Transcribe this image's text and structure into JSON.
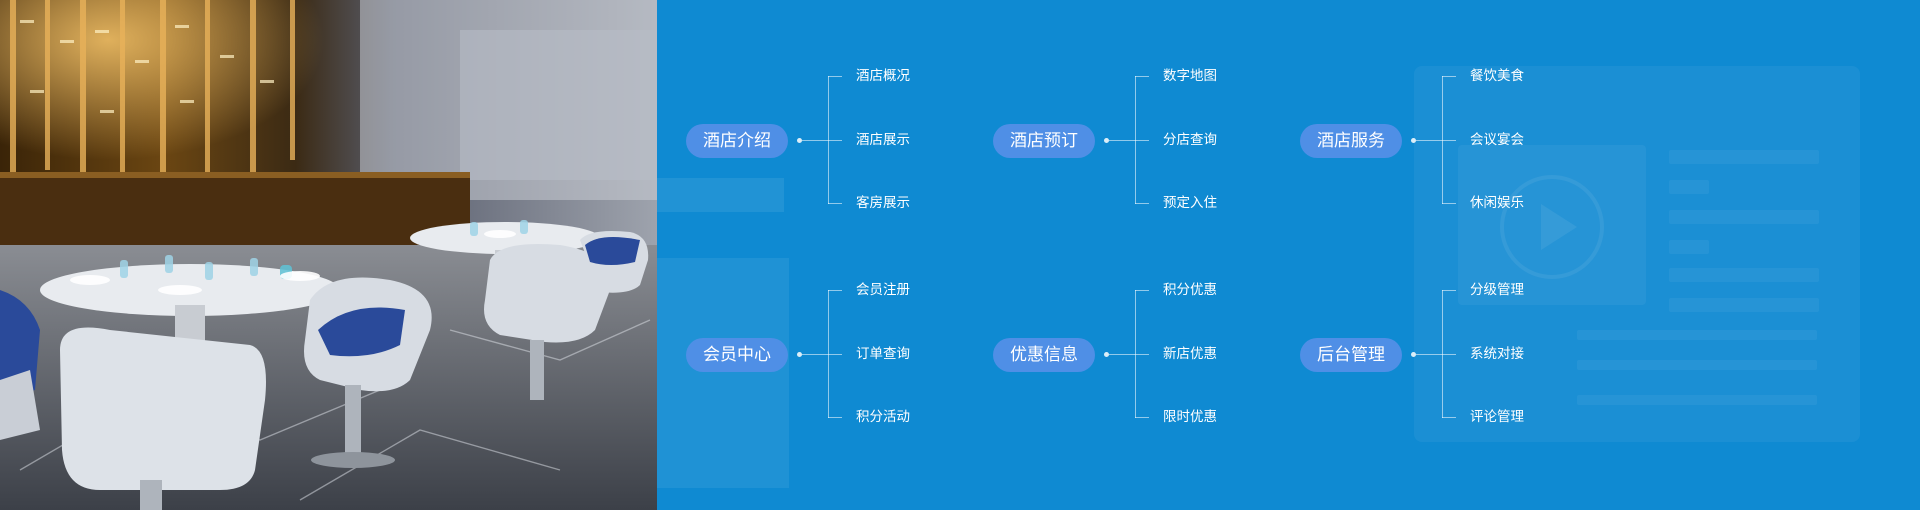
{
  "colors": {
    "panel_background": "#0f8ad2",
    "pill_background": "#4f8fe6",
    "text": "#ffffff"
  },
  "groups": [
    {
      "title": "酒店介绍",
      "items": [
        "酒店概况",
        "酒店展示",
        "客房展示"
      ]
    },
    {
      "title": "酒店预订",
      "items": [
        "数字地图",
        "分店查询",
        "预定入住"
      ]
    },
    {
      "title": "酒店服务",
      "items": [
        "餐饮美食",
        "会议宴会",
        "休闲娱乐"
      ]
    },
    {
      "title": "会员中心",
      "items": [
        "会员注册",
        "订单查询",
        "积分活动"
      ]
    },
    {
      "title": "优惠信息",
      "items": [
        "积分优惠",
        "新店优惠",
        "限时优惠"
      ]
    },
    {
      "title": "后台管理",
      "items": [
        "分级管理",
        "系统对接",
        "评论管理"
      ]
    }
  ],
  "background": {
    "photo": "restaurant-interior-photo",
    "watermark": "play-icon"
  }
}
